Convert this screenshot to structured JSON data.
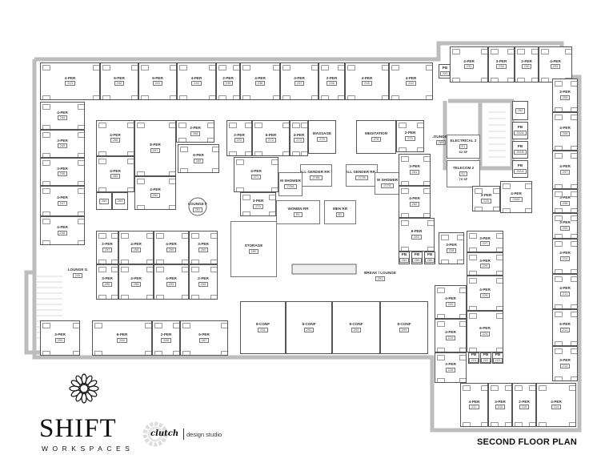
{
  "plan_title": "SECOND FLOOR PLAN",
  "logos": {
    "shift": "SHIFT",
    "shift_sub": "WORKSPACES",
    "clutch": "clutch",
    "clutch_sub": "design studio"
  },
  "rooms": [
    {
      "label": "4-PER",
      "num": "243"
    },
    {
      "label": "6-PER",
      "num": "242"
    },
    {
      "label": "6-PER",
      "num": "241"
    },
    {
      "label": "4-PER",
      "num": "240"
    },
    {
      "label": "2-PER",
      "num": "239"
    },
    {
      "label": "4-PER",
      "num": "238"
    },
    {
      "label": "4-PER",
      "num": "237"
    },
    {
      "label": "2-PER",
      "num": "236"
    },
    {
      "label": "4-PER",
      "num": "235"
    },
    {
      "label": "4-PER",
      "num": "234"
    },
    {
      "label": "PB",
      "num": "233"
    },
    {
      "label": "4-PER",
      "num": "231"
    },
    {
      "label": "3-PER",
      "num": "232"
    },
    {
      "label": "2-PER",
      "num": "230"
    },
    {
      "label": "4-PER",
      "num": "204"
    },
    {
      "label": "4-PER",
      "num": "244"
    },
    {
      "label": "3-PER",
      "num": "245"
    },
    {
      "label": "3-PER",
      "num": "246"
    },
    {
      "label": "4-PER",
      "num": "247"
    },
    {
      "label": "4-PER",
      "num": "248"
    },
    {
      "label": "LOUNGE G",
      "num": "249"
    },
    {
      "label": "3-PER",
      "num": "290"
    },
    {
      "label": "6-PER",
      "num": "289"
    },
    {
      "label": "2-PER",
      "num": "288"
    },
    {
      "label": "6-PER",
      "num": "287"
    },
    {
      "label": "4-PER",
      "num": "266"
    },
    {
      "label": "8-PER",
      "num": "267"
    },
    {
      "label": "3-PER",
      "num": "268"
    },
    {
      "label": "6-PER",
      "num": "269"
    },
    {
      "label": "4-PER",
      "num": "265"
    },
    {
      "label": "4-PER",
      "num": "262"
    },
    {
      "label": "",
      "num": "264"
    },
    {
      "label": "",
      "num": "263"
    },
    {
      "label": "LOUNGE F",
      "num": "261"
    },
    {
      "label": "2-PER",
      "num": "257"
    },
    {
      "label": "4-PER",
      "num": "258"
    },
    {
      "label": "4-PER",
      "num": "259"
    },
    {
      "label": "3-PER",
      "num": "260"
    },
    {
      "label": "3-PER",
      "num": "256"
    },
    {
      "label": "4-PER",
      "num": "255"
    },
    {
      "label": "4-PER",
      "num": "254"
    },
    {
      "label": "2-PER",
      "num": "253"
    },
    {
      "label": "2-PER",
      "num": "272"
    },
    {
      "label": "6-PER",
      "num": "273"
    },
    {
      "label": "3-PER",
      "num": "274"
    },
    {
      "label": "MASSAGE",
      "num": "275"
    },
    {
      "label": "4-PER",
      "num": "271"
    },
    {
      "label": "ALL GENDER RR 1",
      "num": "276B"
    },
    {
      "label": "M SHOWER",
      "num": "276A"
    },
    {
      "label": "3-PER",
      "num": "270"
    },
    {
      "label": "WOMEN RR",
      "num": "B1"
    },
    {
      "label": "MEN RR",
      "num": "B2"
    },
    {
      "label": "STORAGE",
      "num": "250"
    },
    {
      "label": "BREAK / LOUNGE",
      "num": "251"
    },
    {
      "label": "MEDITATION",
      "num": "278"
    },
    {
      "label": "2-PER",
      "num": "279"
    },
    {
      "label": "ALL GENDER RR 2",
      "num": "277B"
    },
    {
      "label": "W SHOWER",
      "num": "277A"
    },
    {
      "label": "3-PER",
      "num": "281"
    },
    {
      "label": "4-PER",
      "num": "282"
    },
    {
      "label": "6-PER",
      "num": "283"
    },
    {
      "label": "PB",
      "num": "284"
    },
    {
      "label": "PB",
      "num": "285"
    },
    {
      "label": "PB",
      "num": "286"
    },
    {
      "label": "8-CONF",
      "num": "291"
    },
    {
      "label": "8-CONF",
      "num": "292"
    },
    {
      "label": "8-CONF",
      "num": "293"
    },
    {
      "label": "8-CONF",
      "num": "294"
    },
    {
      "label": "LOUNGE E",
      "num": "280"
    },
    {
      "label": "ELECTRICAL 2",
      "num": "E1",
      "sf": "62 SF"
    },
    {
      "label": "TELECOM 2",
      "num": "E2",
      "sf": "79 SF"
    },
    {
      "label": "",
      "num": "252"
    },
    {
      "label": "PB",
      "num": "252A"
    },
    {
      "label": "PB",
      "num": "251B"
    },
    {
      "label": "PB",
      "num": "251A"
    },
    {
      "label": "3-PER",
      "num": "205"
    },
    {
      "label": "4-PER",
      "num": "206"
    },
    {
      "label": "4-PER",
      "num": "207"
    },
    {
      "label": "3-PER",
      "num": "208"
    },
    {
      "label": "3-PER",
      "num": "209"
    },
    {
      "label": "4-PER",
      "num": "210"
    },
    {
      "label": "4-PER",
      "num": "211"
    },
    {
      "label": "6-PER",
      "num": "212"
    },
    {
      "label": "3-PER",
      "num": "213"
    },
    {
      "label": "4-PER",
      "num": "214"
    },
    {
      "label": "2-PER",
      "num": "215"
    },
    {
      "label": "3-PER",
      "num": "216"
    },
    {
      "label": "4-PER",
      "num": "217"
    },
    {
      "label": "3-PER",
      "num": "218"
    },
    {
      "label": "4-PER",
      "num": "219"
    },
    {
      "label": "4-PER",
      "num": "220"
    },
    {
      "label": "PB",
      "num": "221"
    },
    {
      "label": "PB",
      "num": "222"
    },
    {
      "label": "PB",
      "num": "223"
    },
    {
      "label": "6-PER",
      "num": "224"
    },
    {
      "label": "4-PER",
      "num": "225"
    },
    {
      "label": "3-PER",
      "num": "226"
    },
    {
      "label": "3-PER",
      "num": "227"
    },
    {
      "label": "3-PER",
      "num": "228"
    },
    {
      "label": "3-PER",
      "num": "229"
    },
    {
      "label": "4-PER",
      "num": "230A"
    }
  ]
}
